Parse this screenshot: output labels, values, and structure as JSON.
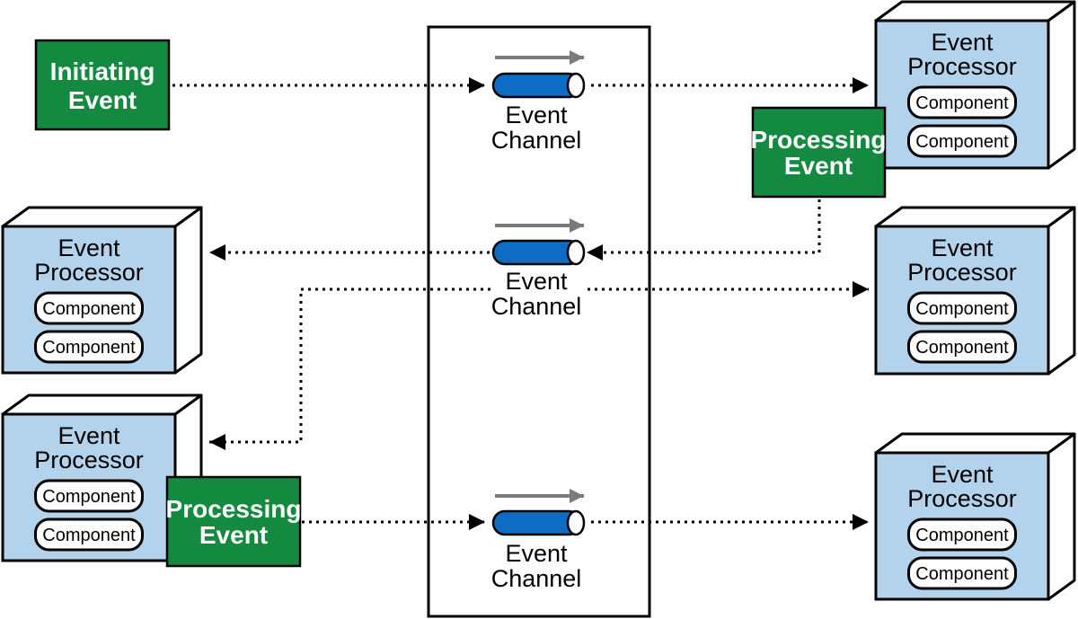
{
  "initiating_event": {
    "line1": "Initiating",
    "line2": "Event"
  },
  "processing_event": {
    "line1": "Processing",
    "line2": "Event"
  },
  "channel": {
    "line1": "Event",
    "line2": "Channel"
  },
  "processor": {
    "line1": "Event",
    "line2": "Processor",
    "component": "Component"
  },
  "colors": {
    "event_green": "#138a3f",
    "processor_blue": "#b3d3ec",
    "channel_blue": "#0e6cc2",
    "arrow_gray": "#7a7a7a"
  }
}
